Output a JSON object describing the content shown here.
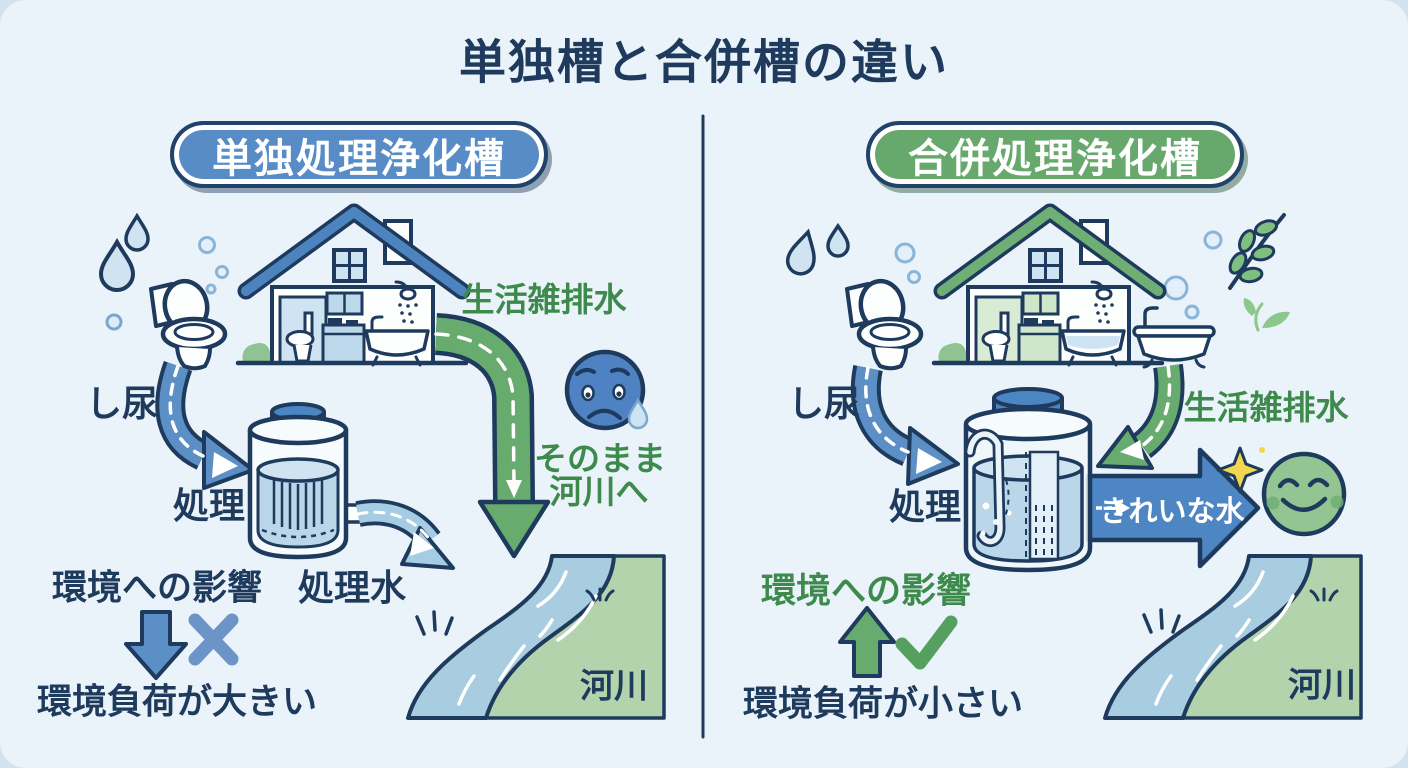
{
  "title": "単独槽と合併槽の違い",
  "colors": {
    "background": "#eaf3f9",
    "navy": "#1e3a5c",
    "badge_blue": "#588cc6",
    "badge_green": "#67a96d",
    "green_text": "#3d8a4c",
    "arrow_light_blue": "#a6cce3",
    "river_blue": "#a8cce0",
    "bank_green": "#b3d3ad",
    "sad_face_blue": "#4e82c3",
    "happy_face_green": "#92c591",
    "sparkle_yellow": "#f2d74e"
  },
  "left": {
    "badge": "単独処理浄化槽",
    "night_soil": "し尿",
    "treatment": "処理",
    "treated_water": "処理水",
    "domestic_wastewater": "生活雑排水",
    "direct_line1": "そのまま",
    "direct_line2": "河川へ",
    "impact_heading": "環境への影響",
    "impact_result": "環境負荷が大きい",
    "river": "河川"
  },
  "right": {
    "badge": "合併処理浄化槽",
    "night_soil": "し尿",
    "treatment": "処理",
    "domestic_wastewater": "生活雑排水",
    "clean_water": "きれいな水",
    "impact_heading": "環境への影響",
    "impact_result": "環境負荷が小さい",
    "river": "河川"
  }
}
